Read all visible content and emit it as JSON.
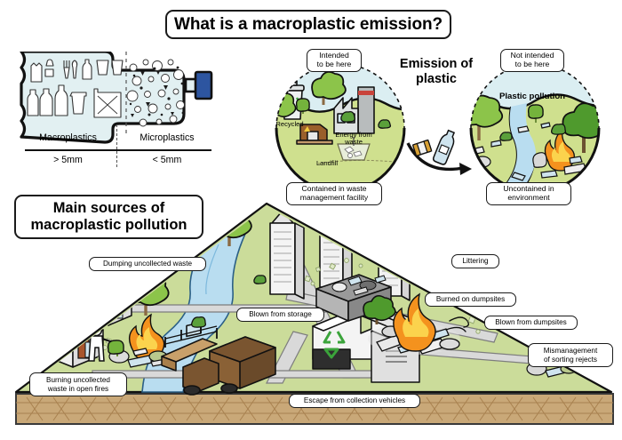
{
  "figure": {
    "title": "What is a macroplastic emission?",
    "main_sources_title": "Main sources of\nmacroplastic pollution",
    "emission_arrow_label": "Emission\nof plastic"
  },
  "bottle_diagram": {
    "left_caption": "Macroplastics",
    "right_caption": "Microplastics",
    "left_size": "> 5mm",
    "right_size": "< 5mm",
    "cap_color": "#2d55a0",
    "fill_color": "#e2f0f2"
  },
  "contained_scene": {
    "top_label": "Intended\nto be here",
    "bottom_label": "Contained in waste\nmanagement facility",
    "items": [
      {
        "name": "recycled",
        "label": "Recycled"
      },
      {
        "name": "energy-from-waste",
        "label": "Energy from\nwaste"
      },
      {
        "name": "landfill",
        "label": "Landfill"
      }
    ],
    "sky_color": "#dbeef2",
    "grass_color": "#cfe08e"
  },
  "uncontained_scene": {
    "top_label": "Not intended\nto be here",
    "heading": "Plastic\npollution",
    "bottom_label": "Uncontained in\nenvironment",
    "sky_color": "#dbeef2",
    "grass_color": "#cfe08e"
  },
  "landscape": {
    "grass_color": "#cbdc9a",
    "soil_color": "#c9a878",
    "road_color": "#d9d9d9",
    "water_color": "#b9ddf0",
    "callouts": [
      {
        "id": "dumping-uncollected-waste",
        "label": "Dumping uncollected waste"
      },
      {
        "id": "littering",
        "label": "Littering"
      },
      {
        "id": "blown-from-storage",
        "label": "Blown from storage"
      },
      {
        "id": "burned-on-dumpsites",
        "label": "Burned on dumpsites"
      },
      {
        "id": "blown-from-dumpsites",
        "label": "Blown from dumpsites"
      },
      {
        "id": "mismanagement-of-sorting-rejects",
        "label": "Mismanagement\nof sorting rejects"
      },
      {
        "id": "burning-uncollected-waste",
        "label": "Burning uncollected\nwaste in open fires"
      },
      {
        "id": "escape-from-collection-vehicles",
        "label": "Escape from collection vehicles"
      }
    ]
  }
}
